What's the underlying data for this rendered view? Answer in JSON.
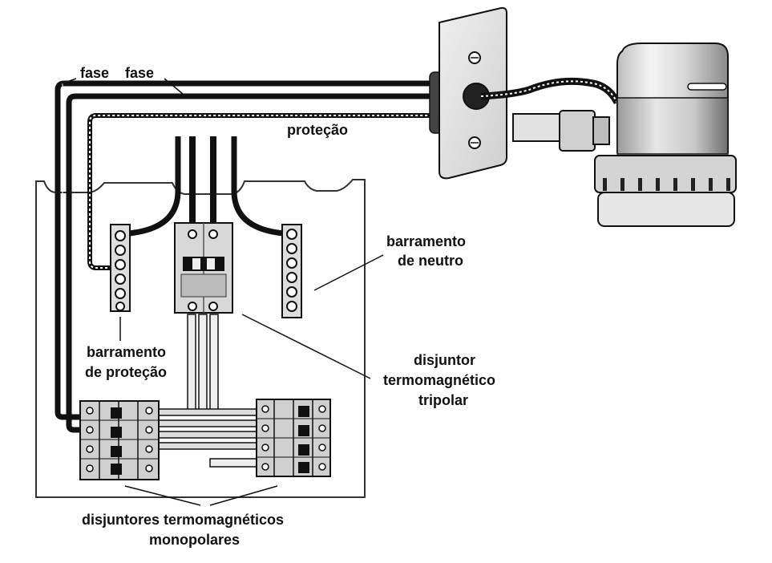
{
  "labels": {
    "fase_1": "fase",
    "fase_2": "fase",
    "protecao": "proteção",
    "barramento_neutro_1": "barramento",
    "barramento_neutro_2": "de neutro",
    "barramento_protecao_1": "barramento",
    "barramento_protecao_2": "de proteção",
    "tripolar_1": "disjuntor",
    "tripolar_2": "termomagnético",
    "tripolar_3": "tripolar",
    "monopolares_1": "disjuntores termomagnéticos",
    "monopolares_2": "monopolares"
  }
}
